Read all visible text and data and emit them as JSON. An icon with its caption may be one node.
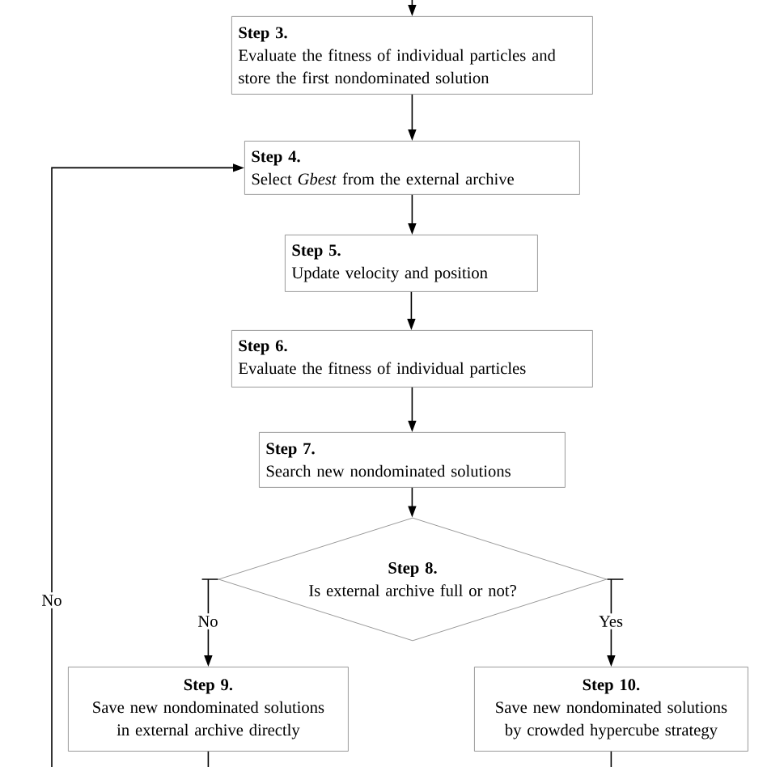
{
  "diagram": {
    "nodes": [
      {
        "text": [
          "Step 3.",
          "Evaluate the fitness of individual particles and store the first nondominated solution"
        ]
      },
      {
        "text": [
          "Step 4.",
          "Select *Gbest* from the external archive"
        ]
      },
      {
        "text": [
          "Step 5.",
          "Update velocity and position"
        ]
      },
      {
        "text": [
          "Step 6.",
          "Evaluate the fitness of individual particles"
        ]
      },
      {
        "text": [
          "Step 7.",
          "Search new nondominated solutions"
        ]
      },
      {
        "text": [
          "Step 8.",
          "Is external archive full or not?"
        ]
      },
      {
        "text": [
          "Step 9.",
          "Save new nondominated solutions in external archive directly"
        ]
      },
      {
        "text": [
          "Step 10.",
          "Save new nondominated solutions by crowded hypercube strategy"
        ]
      }
    ],
    "edges": [
      {
        "from": null,
        "to": 0,
        "arrow": "to"
      },
      {
        "from": 0,
        "to": 1,
        "arrow": "to"
      },
      {
        "from": 1,
        "to": 2,
        "arrow": "to"
      },
      {
        "from": 2,
        "to": 3,
        "arrow": "to"
      },
      {
        "from": 3,
        "to": 4,
        "arrow": "to"
      },
      {
        "from": 4,
        "to": 5,
        "arrow": "to"
      },
      {
        "from": 5,
        "to": 6,
        "arrow": "to",
        "label": "No"
      },
      {
        "from": 5,
        "to": 7,
        "arrow": "to",
        "label": "Yes"
      },
      {
        "from": 6,
        "to": null,
        "arrow": "none"
      },
      {
        "from": 7,
        "to": null,
        "arrow": "none"
      },
      {
        "from": null,
        "to": 1,
        "arrow": "to",
        "label": "No"
      }
    ]
  }
}
